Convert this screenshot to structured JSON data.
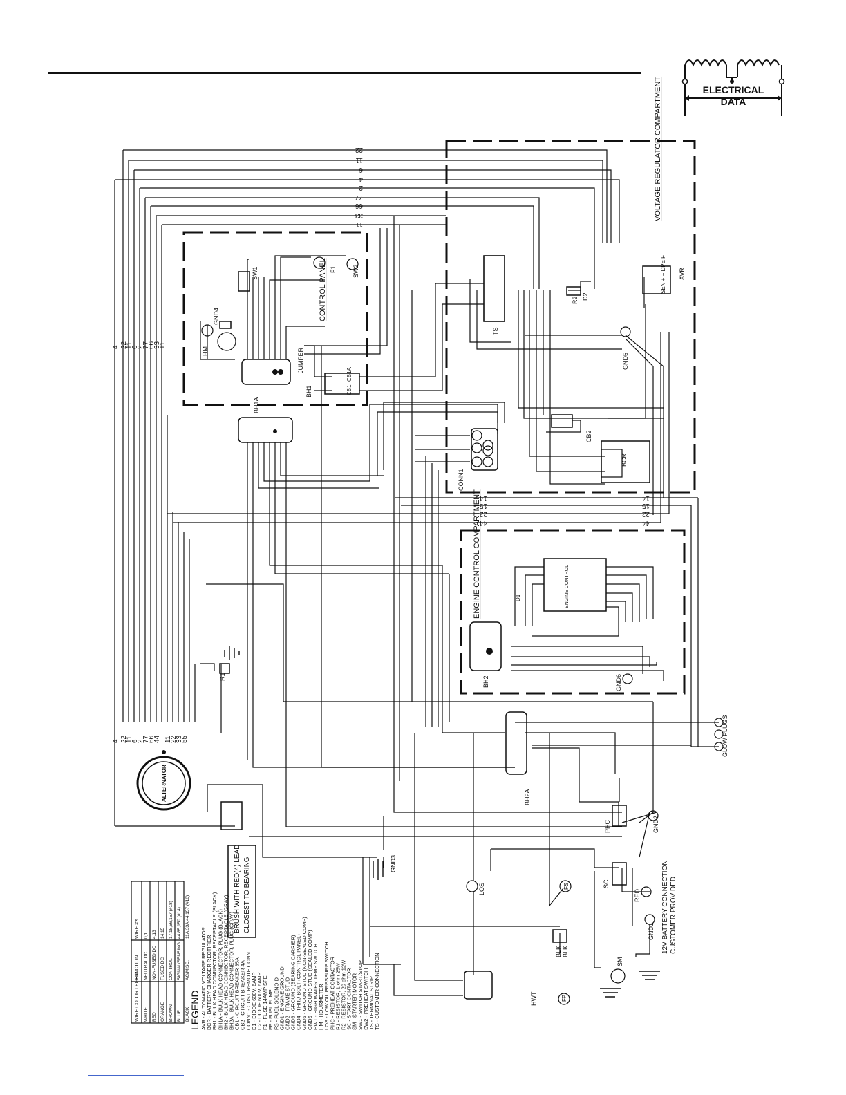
{
  "badge": {
    "line1": "ELECTRICAL",
    "line2": "DATA"
  },
  "compartments": {
    "voltage_regulator": "VOLTAGE REGULATOR COMPARTMENT",
    "engine_control": "ENGINE CONTROL COMPARTMENT",
    "control_panel": "CONTROL PANEL"
  },
  "components": {
    "avr": "AVR",
    "avr_terminals": "SEN + − DPE F",
    "ts": "TS",
    "bcr": "BCR",
    "r2": "R2",
    "d2": "D2",
    "cb2": "CB2",
    "gnd5": "GND5",
    "conn1": "CONN1",
    "bh1": "BH1",
    "bh1a": "BH1A",
    "bh2": "BH2",
    "bh2a": "BH2A",
    "gnd4": "GND4",
    "hm": "HM",
    "sw1": "SW1",
    "sw2": "SW2",
    "f1": "F1",
    "jumper": "JUMPER",
    "cb1": "CB1",
    "cb1a": "CB1A",
    "gnd6": "GND6",
    "d1": "D1",
    "engine_control_board": "ENGINE CONTROL",
    "r1": "R1",
    "alternator": "ALTERNATOR",
    "gnd3": "GND3",
    "los": "LOS",
    "fs": "FS",
    "hwt": "HWT",
    "fp": "FP",
    "blk1": "BLK",
    "blk2": "BLK",
    "sm": "SM",
    "phc": "PHC",
    "sc": "SC",
    "gnd2": "GND2",
    "gnd1": "GND1",
    "red": "RED",
    "glow_plugs": "GLOW PLUGS",
    "battery_note_1": "12V BATTERY CONNECTION",
    "battery_note_2": "CUSTOMER PROVIDED",
    "brush_note_1": "BRUSH WITH RED(4) LEAD",
    "brush_note_2": "CLOSEST TO BEARING"
  },
  "top_bus_wires": [
    "22",
    "11",
    "6",
    "4",
    "2",
    "77",
    "66",
    "33",
    "11"
  ],
  "left_bus_wires": [
    "4",
    "22",
    "11",
    "6",
    "2",
    "77",
    "66",
    "33",
    "11"
  ],
  "alternator_leads": [
    "4",
    "22",
    "11",
    "6",
    "2",
    "77",
    "66",
    "44",
    "11",
    "22",
    "33",
    "55"
  ],
  "mid_bus_wires": [
    "14",
    "15",
    "22",
    "44"
  ],
  "legend": {
    "title": "LEGEND",
    "items": [
      "AVR - AUTOMATIC VOLTAGE REGULATOR",
      "BCR - BATTERY CHARGER RECTIFIER",
      "BH1 - BULK HEAD CONNECTOR, RECEPTACLE (BLACK)",
      "BH1A - BULK HEAD CONNECTOR, PLUG (BLACK)",
      "BH2 - BULK HEAD CONNECTOR, RECEPTACLE (GRAY)",
      "BH2A - BULK HEAD CONNECTOR, PLUG (GRAY)",
      "CB1 - CIRCUIT BREAKER 35A",
      "CB2 - CIRCUIT BREAKER 4A",
      "CONN1 - CUST. REMOTE CONN.",
      "D1 - DIODE 600V, 6AMP",
      "D2 - DIODE 600V, 6AMP",
      "F1 - FUSE 14AMP SFE",
      "FP - FUEL PUMP",
      "FS - FUEL SOLENOID",
      "GND1 - ENGINE GROUND",
      "GND2 - FRAME STUD",
      "GND3 - GROUND (BEARING CARRIER)",
      "GND4 - THRU BOLT (CONTROL PANEL)",
      "GND5 - GROUND STUD (NON-SEALED COMP)",
      "GND6 - GROUND STUD (SEALED COMP)",
      "HWT - HIGH WATER TEMP SWITCH",
      "HM - HOURMETER",
      "LOS - LOW OIL PRESSURE SWITCH",
      "PHC - PREHEAT CONTACTOR",
      "R1 - RESISTOR, 1 ohm 25W",
      "R2 - RESISTOR, 20 ohm 12W",
      "SC - START CONTACTOR",
      "SM - STARTER MOTOR",
      "SW1 - SWITCH START/STOP",
      "SW2 - PREHEAT SWITCH",
      "TS - TERMINAL STRIP",
      "TS - CUSTOMER CONNECTION"
    ]
  },
  "wire_table": {
    "headers": [
      "WIRE COLOR LEGEND",
      "FUNCTION",
      "WIRE #'s"
    ],
    "rows": [
      [
        "WHITE",
        "NEUTRAL DC",
        "0,1"
      ],
      [
        "RED",
        "NON-FUSED DC",
        "4,13"
      ],
      [
        "ORANGE",
        "FUSED DC",
        "14,15"
      ],
      [
        "BROWN",
        "CONTROL",
        "17,18,56,157 (#18)"
      ],
      [
        "BLUE",
        "SIGNAL/SENSING",
        "44,85,150 (#14)"
      ],
      [
        "BLACK",
        "AC/MISC.",
        "11A,33A,44,157 (#10)"
      ]
    ]
  }
}
